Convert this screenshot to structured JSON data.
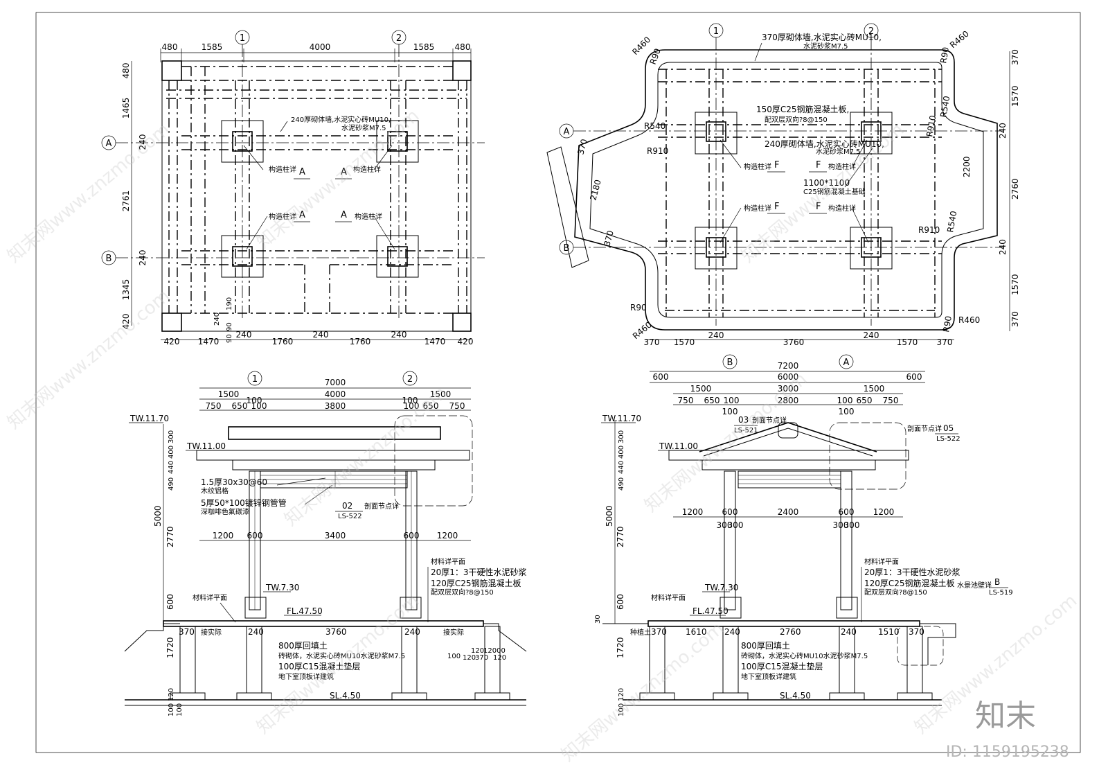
{
  "plan_left": {
    "top_dims": [
      "480",
      "1585",
      "4000",
      "1585",
      "480"
    ],
    "bottom_dims": [
      "420",
      "1470",
      "240",
      "1760",
      "240",
      "1760",
      "240",
      "1470",
      "420"
    ],
    "left_dims": [
      "480",
      "1465",
      "240",
      "2761",
      "240",
      "1345",
      "420"
    ],
    "small_dims": [
      "190",
      "240",
      "90",
      "90"
    ],
    "axis_top": [
      "1",
      "2"
    ],
    "axis_left": [
      "A",
      "B"
    ],
    "note_wall": "240厚砌体墙,水泥实心砖MU10,",
    "note_wall2": "水泥砂浆M7.5",
    "callouts": [
      "构造柱详",
      "A",
      "A",
      "构造柱详",
      "构造柱详",
      "A",
      "A",
      "构造柱详"
    ]
  },
  "plan_right": {
    "top_note1": "370厚砌体墙,水泥实心砖MU10,",
    "top_note2": "水泥砂浆M7.5",
    "slab_note1": "150厚C25钢筋混凝土板,",
    "slab_note2": "配双层双向?8@150",
    "wall_note1": "240厚砌体墙,水泥实心砖MU10,",
    "wall_note2": "水泥砂浆M7.5",
    "found_note1": "1100*1100",
    "found_note2": "C25钢筋混凝土基础",
    "callouts": [
      "构造柱详",
      "F",
      "F",
      "构造柱详",
      "构造柱详",
      "F",
      "F",
      "构造柱详"
    ],
    "radii": [
      "R460",
      "R90",
      "R460",
      "R90",
      "R540",
      "R910",
      "R540",
      "R910",
      "R540",
      "R910",
      "R90",
      "R460",
      "R460",
      "R90"
    ],
    "inner_dims": [
      "370",
      "2180",
      "370",
      "2200",
      "370"
    ],
    "right_dims": [
      "370",
      "1570",
      "240",
      "2760",
      "240",
      "1570",
      "370"
    ],
    "bottom_dims": [
      "370",
      "1570",
      "240",
      "3760",
      "240",
      "1570",
      "370"
    ],
    "axis_top": [
      "1",
      "2"
    ],
    "axis_left": [
      "A",
      "B"
    ]
  },
  "elev_left": {
    "axis_top": [
      "1",
      "2"
    ],
    "dims_r1": [
      "7000"
    ],
    "dims_r2": [
      "1500",
      "4000",
      "1500"
    ],
    "dims_r3": [
      "750",
      "650",
      "100",
      "3800",
      "100",
      "650",
      "750"
    ],
    "dims_r3b": [
      "100",
      "100"
    ],
    "dims_mid": [
      "1200",
      "600",
      "3400",
      "600",
      "1200"
    ],
    "dims_bot": [
      "370",
      "240",
      "3760",
      "240"
    ],
    "vert_dims": [
      "300",
      "400",
      "440",
      "490",
      "5000",
      "2770",
      "600",
      "1720",
      "120",
      "100",
      "100"
    ],
    "levels": [
      "TW.11.70",
      "TW.11.00",
      "TW.7.30",
      "FL.47.50",
      "SL.4.50"
    ],
    "note_wood1": "1.5厚30x30@60",
    "note_wood2": "木纹铝格",
    "note_steel1": "5厚50*100镀锌钢管管",
    "note_steel2": "深咖啡色氟碳漆",
    "detail_no": "02",
    "detail_ref": "LS-522",
    "detail_label": "剖面节点详",
    "note_mat": "材料详平面",
    "note_r1": "材料详平面",
    "note_r2": "20厚1：3干硬性水泥砂浆",
    "note_r3": "120厚C25钢筋混凝土板",
    "note_r4": "配双层双向?8@150",
    "note_b1": "800厚回填土",
    "note_b2": "砖砌体，水泥实心砖MU10水泥砂浆M7.5",
    "note_b3": "100厚C15混凝土垫层",
    "note_b4": "地下室顶板详建筑",
    "note_jd": "接实际",
    "note_jd2": "接实际",
    "right_small": [
      "100",
      "120",
      "12000",
      "120",
      "370",
      "120"
    ]
  },
  "elev_right": {
    "axis_top": [
      "B",
      "A"
    ],
    "dims_r1": [
      "7200"
    ],
    "dims_r2": [
      "600",
      "6000",
      "600"
    ],
    "dims_r3": [
      "1500",
      "3000",
      "1500"
    ],
    "dims_r4": [
      "750",
      "650",
      "100",
      "2800",
      "100",
      "650",
      "750"
    ],
    "dims_r4b": [
      "100",
      "100"
    ],
    "dims_mid": [
      "1200",
      "600",
      "2400",
      "600",
      "1200"
    ],
    "dims_col": [
      "300",
      "300",
      "300",
      "300"
    ],
    "dims_bot": [
      "370",
      "1610",
      "240",
      "2760",
      "240",
      "1510",
      "370"
    ],
    "vert_dims": [
      "300",
      "400",
      "440",
      "490",
      "5000",
      "2770",
      "600",
      "30",
      "1720",
      "120",
      "100"
    ],
    "levels": [
      "TW.11.70",
      "TW.11.00",
      "TW.7.30",
      "FL.47.50",
      "SL.4.50"
    ],
    "detail_03": "03",
    "detail_03_ref": "LS-521",
    "detail_03_label": "剖面节点详",
    "detail_05": "05",
    "detail_05_ref": "LS-522",
    "detail_05_label": "剖面节点详",
    "detail_b": "B",
    "detail_b_ref": "LS-519",
    "detail_b_label": "水景池壁详",
    "note_mat": "材料详平面",
    "note_r1": "材料详平面",
    "note_r2": "20厚1：3干硬性水泥砂浆",
    "note_r3": "120厚C25钢筋混凝土板",
    "note_r4": "配双层双向?8@150",
    "note_b1": "800厚回填土",
    "note_b2": "砖砌体，水泥实心砖MU10水泥砂浆M7.5",
    "note_b3": "100厚C15混凝土垫层",
    "note_b4": "地下室顶板详建筑",
    "note_fill": "种植土"
  },
  "watermark": {
    "text": "知末网www.znzmo.com",
    "logo": "知末",
    "id": "ID: 1159195238"
  }
}
